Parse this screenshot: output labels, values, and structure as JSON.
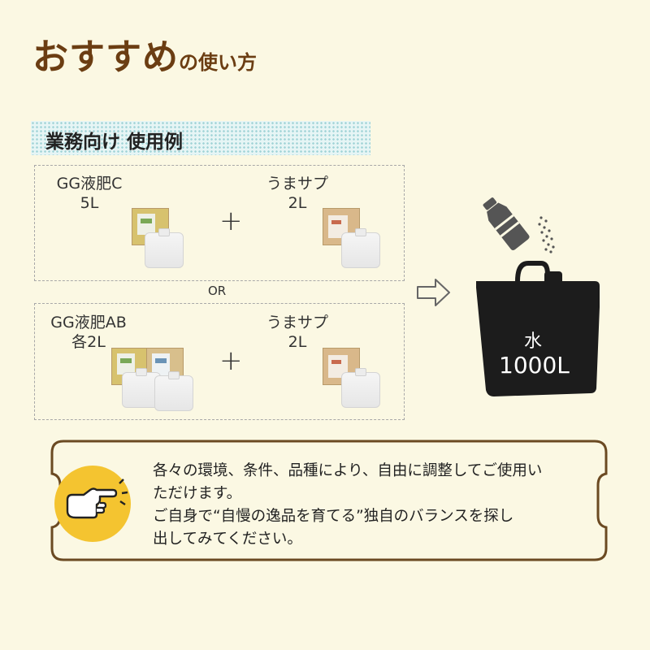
{
  "title": {
    "main": "おすすめ",
    "sub": "の使い方"
  },
  "section": {
    "label": "業務向け 使用例"
  },
  "combo1": {
    "product_left": {
      "name": "GG液肥C",
      "amount": "5L"
    },
    "plus": "+",
    "product_right": {
      "name": "うまサプ",
      "amount": "2L"
    }
  },
  "or_label": "OR",
  "combo2": {
    "product_left": {
      "name": "GG液肥AB",
      "amount": "各2L"
    },
    "plus": "+",
    "product_right": {
      "name": "うまサプ",
      "amount": "2L"
    }
  },
  "tank": {
    "label": "水",
    "amount": "1000L"
  },
  "note": {
    "lines": [
      "各々の環境、条件、品種により、自由に調整してご使用い",
      "ただけます。",
      "ご自身で“自慢の逸品を育てる”独自のバランスを探し",
      "出してみてください。"
    ]
  },
  "colors": {
    "background": "#fbf8e3",
    "title": "#6b3d12",
    "accent_yellow": "#f4c430",
    "tank": "#1c1c1c",
    "section_dots": "#9fd3d6"
  },
  "icons": [
    "fertilizer-bottle-icon",
    "sprinkle-dots-icon",
    "water-tank-icon",
    "arrow-right-icon",
    "pointing-hand-icon"
  ]
}
